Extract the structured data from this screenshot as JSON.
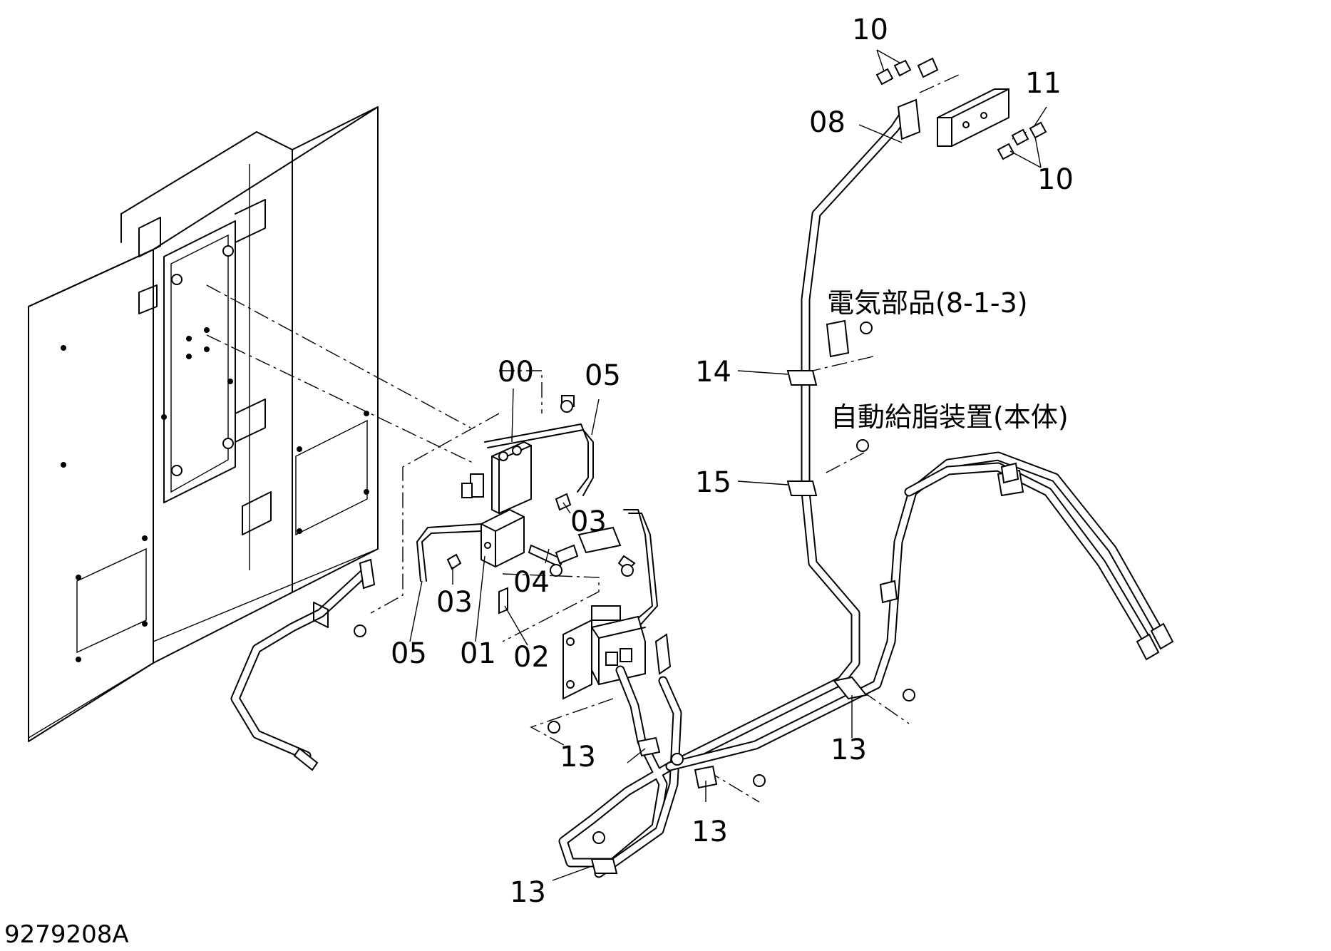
{
  "drawing_number": "9279208A",
  "notes": {
    "electrical": "電気部品(8-1-3)",
    "auto_lube": "自動給脂装置(本体)"
  },
  "labels": [
    {
      "part": "00",
      "ref": "valve-block"
    },
    {
      "part": "05",
      "ref": "upper-pipe"
    },
    {
      "part": "03",
      "ref": "upper-fitting"
    },
    {
      "part": "04",
      "ref": "bolt"
    },
    {
      "part": "03",
      "ref": "lower-fitting"
    },
    {
      "part": "05",
      "ref": "lower-pipe"
    },
    {
      "part": "01",
      "ref": "block"
    },
    {
      "part": "02",
      "ref": "grease-nipple"
    },
    {
      "part": "10",
      "ref": "upper-connectors"
    },
    {
      "part": "11",
      "ref": "plug"
    },
    {
      "part": "10",
      "ref": "lower-connectors"
    },
    {
      "part": "08",
      "ref": "hose"
    },
    {
      "part": "14",
      "ref": "clamp-upper"
    },
    {
      "part": "15",
      "ref": "clamp-lower"
    },
    {
      "part": "13",
      "ref": "clamp-a"
    },
    {
      "part": "13",
      "ref": "clamp-b"
    },
    {
      "part": "13",
      "ref": "clamp-c"
    },
    {
      "part": "13",
      "ref": "clamp-d"
    }
  ]
}
